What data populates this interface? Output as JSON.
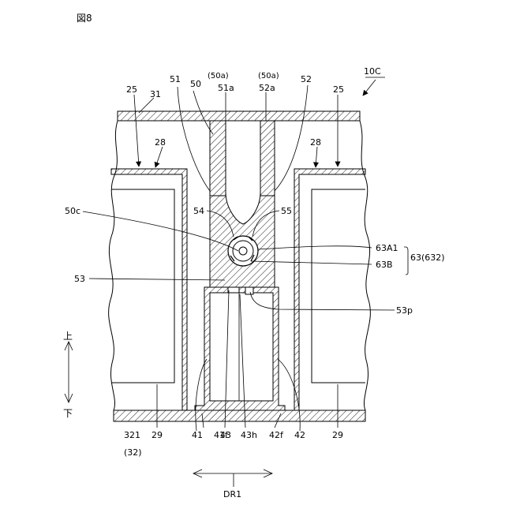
{
  "figure": {
    "title": "図8",
    "assembly_label": "10C",
    "direction_label": "DR1",
    "up_label": "上",
    "down_label": "下"
  },
  "labels": {
    "l25_left": "25",
    "l25_right": "25",
    "l31": "31",
    "l51": "51",
    "l50": "50",
    "l50a_left": "(50a)",
    "l50a_right": "(50a)",
    "l51a": "51a",
    "l52a": "52a",
    "l52": "52",
    "l28_left": "28",
    "l28_right": "28",
    "l54": "54",
    "l55": "55",
    "l50c": "50c",
    "l63A1": "63A1",
    "l63B": "63B",
    "l63group": "63(632)",
    "l53": "53",
    "l53p": "53p",
    "l321": "321",
    "l32": "(32)",
    "l29_left": "29",
    "l41": "41",
    "l41f": "41f",
    "l43": "43",
    "l43h": "43h",
    "l42f": "42f",
    "l42": "42",
    "l29_right": "29"
  }
}
